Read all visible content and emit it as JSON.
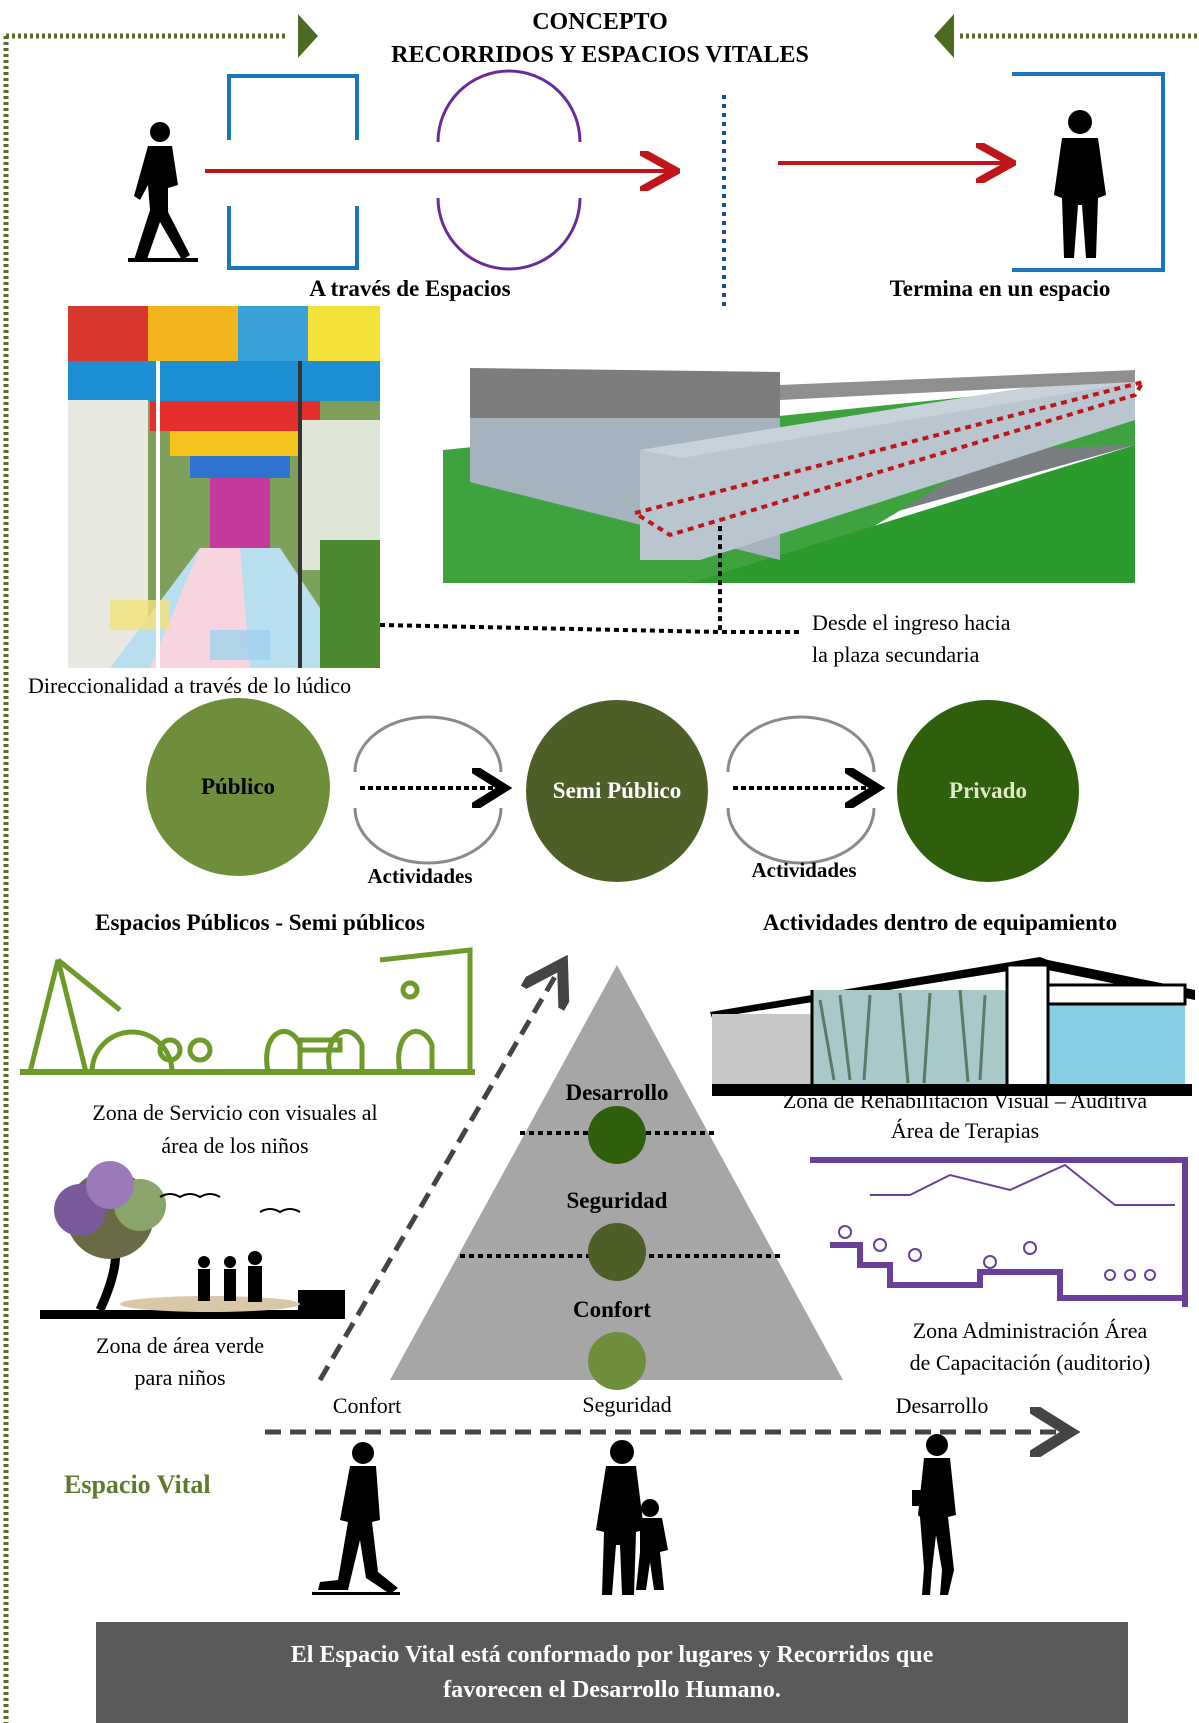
{
  "header": {
    "title_line1": "CONCEPTO",
    "title_line2": "RECORRIDOS Y ESPACIOS VITALES"
  },
  "concept": {
    "through_spaces": "A través de Espacios",
    "ends_in_space": "Termina en un espacio"
  },
  "images": {
    "ludic_caption": "Direccionalidad a través de lo lúdico",
    "route_caption_line1": "Desde el ingreso hacia",
    "route_caption_line2": "la plaza secundaria"
  },
  "flow": {
    "nodes": [
      {
        "label": "Público",
        "color": "#6f8e3c"
      },
      {
        "label": "Semi Público",
        "color": "#4d5f26"
      },
      {
        "label": "Privado",
        "color": "#2e5f0c"
      }
    ],
    "activities_label_1": "Actividades",
    "activities_label_2": "Actividades"
  },
  "left_column": {
    "heading": "Espacios Públicos - Semi públicos",
    "service_zone_line1": "Zona de Servicio con visuales al",
    "service_zone_line2": "área de los niños",
    "green_zone_line1": "Zona de área verde",
    "green_zone_line2": "para niños"
  },
  "right_column": {
    "heading": "Actividades dentro de equipamiento",
    "rehab_line1": "Zona de Rehabilitación Visual – Auditiva",
    "rehab_line2": "Área de Terapias",
    "admin_line1": "Zona Administración Área",
    "admin_line2": "de Capacitación (auditorio)"
  },
  "pyramid": {
    "levels": [
      "Desarrollo",
      "Seguridad",
      "Confort"
    ],
    "dot_colors": [
      "#2e5f0c",
      "#4d5f26",
      "#6f8e3c"
    ],
    "fill_color": "#a6a6a6"
  },
  "timeline": {
    "labels": [
      "Confort",
      "Seguridad",
      "Desarrollo"
    ],
    "section_title": "Espacio Vital"
  },
  "footer": {
    "line1": "El Espacio Vital está conformado por lugares y Recorridos que",
    "line2": "favorecen el Desarrollo Humano."
  }
}
